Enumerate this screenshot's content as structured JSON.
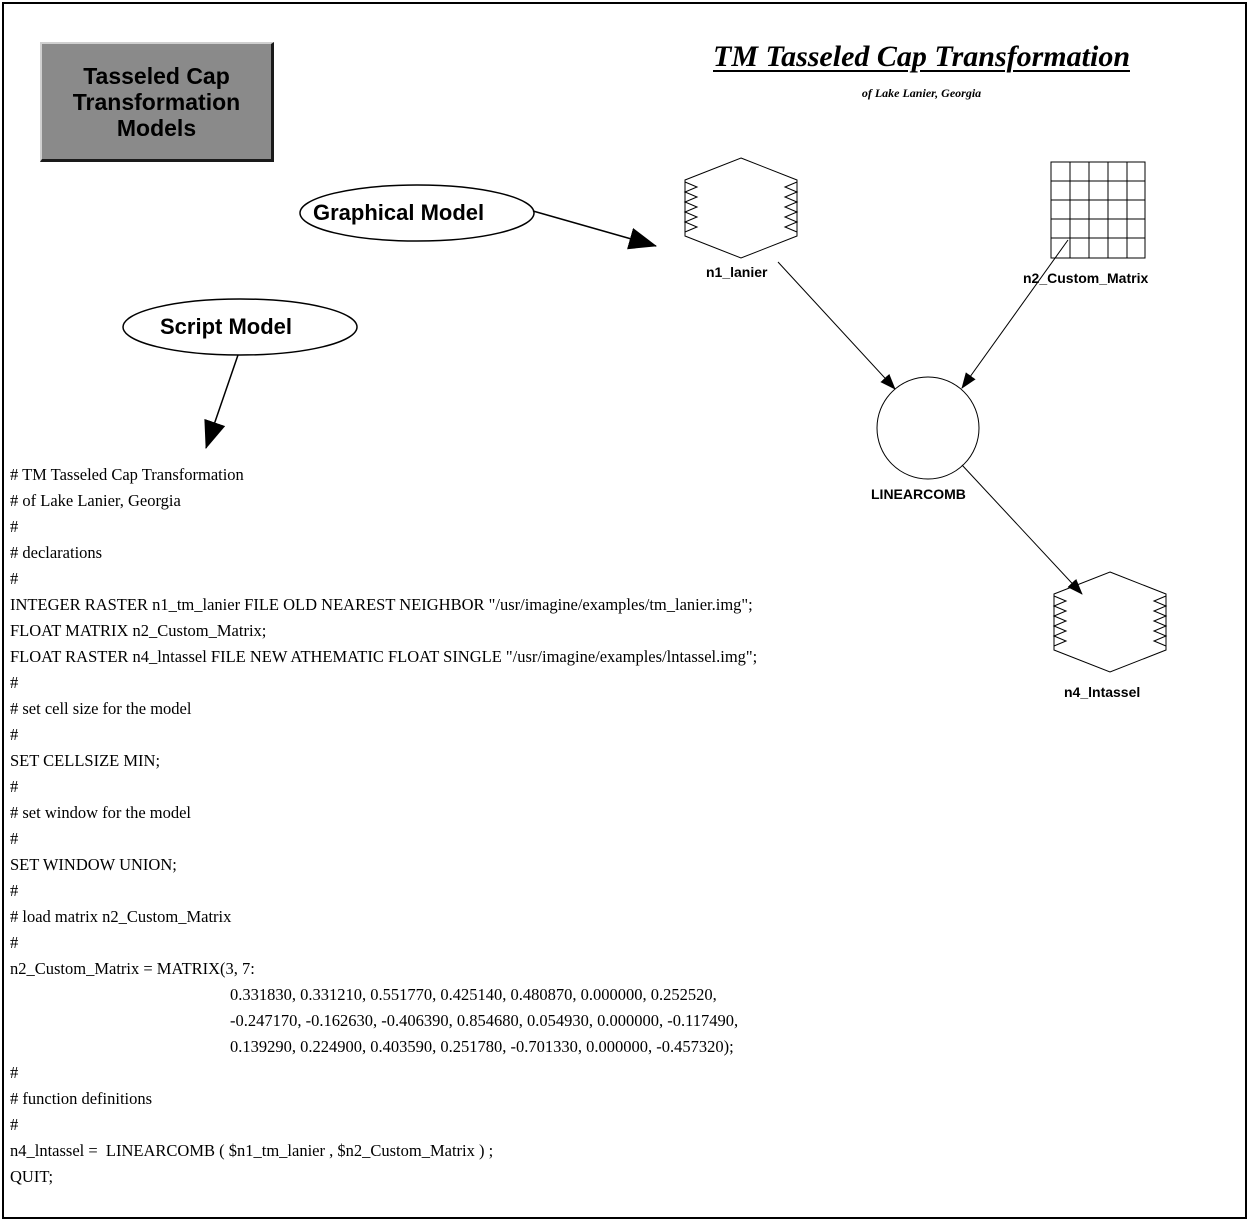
{
  "badge": {
    "text": "Tasseled Cap\nTransformation\nModels"
  },
  "header": {
    "title": "TM Tasseled Cap Transformation",
    "subtitle": "of Lake Lanier, Georgia"
  },
  "callouts": {
    "graphical": "Graphical Model",
    "script": "Script Model"
  },
  "nodes": {
    "n1": "n1_lanier",
    "n2": "n2_Custom_Matrix",
    "op": "LINEARCOMB",
    "n4": "n4_lntassel"
  },
  "script_lines": [
    "# TM Tasseled Cap Transformation",
    "# of Lake Lanier, Georgia",
    "#",
    "# declarations",
    "#",
    "INTEGER RASTER n1_tm_lanier FILE OLD NEAREST NEIGHBOR \"/usr/imagine/examples/tm_lanier.img\";",
    "FLOAT MATRIX n2_Custom_Matrix;",
    "FLOAT RASTER n4_lntassel FILE NEW ATHEMATIC FLOAT SINGLE \"/usr/imagine/examples/lntassel.img\";",
    "#",
    "# set cell size for the model",
    "#",
    "SET CELLSIZE MIN;",
    "#",
    "# set window for the model",
    "#",
    "SET WINDOW UNION;",
    "#",
    "# load matrix n2_Custom_Matrix",
    "#",
    "n2_Custom_Matrix = MATRIX(3, 7:",
    "0.331830, 0.331210, 0.551770, 0.425140, 0.480870, 0.000000, 0.252520,",
    "-0.247170, -0.162630, -0.406390, 0.854680, 0.054930, 0.000000, -0.117490,",
    "0.139290, 0.224900, 0.403590, 0.251780, -0.701330, 0.000000, -0.457320);",
    "#",
    "# function definitions",
    "#",
    "n4_lntassel =  LINEARCOMB ( $n1_tm_lanier , $n2_Custom_Matrix ) ;",
    "QUIT;"
  ]
}
